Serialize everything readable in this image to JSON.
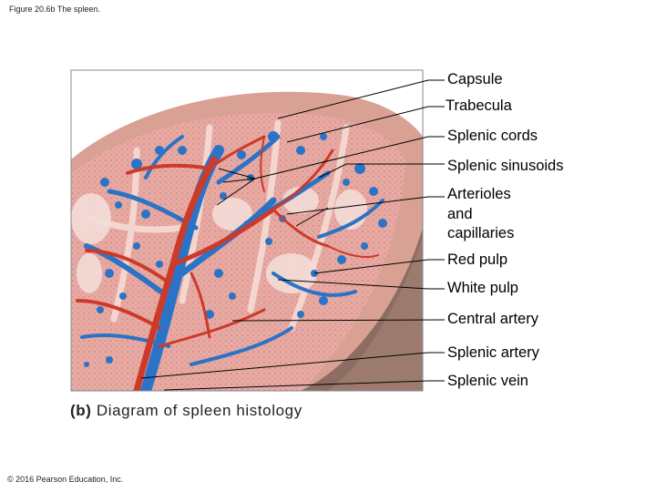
{
  "figure_title": "Figure 20.6b The spleen.",
  "caption": {
    "part": "(b)",
    "text": "Diagram of spleen histology"
  },
  "copyright": "© 2016 Pearson Education, Inc.",
  "labels": {
    "capsule": "Capsule",
    "trabecula": "Trabecula",
    "splenic_cords": "Splenic cords",
    "splenic_sinusoids": "Splenic sinusoids",
    "arterioles_1": "Arterioles",
    "arterioles_2": "and",
    "arterioles_3": "capillaries",
    "red_pulp": "Red pulp",
    "white_pulp": "White pulp",
    "central_artery": "Central artery",
    "splenic_artery": "Splenic artery",
    "splenic_vein": "Splenic vein"
  },
  "colors": {
    "tissue": "#e9a9a3",
    "capsule": "#d59a8d",
    "artery": "#cc3a2a",
    "vein": "#2b73c6",
    "white_pulp": "#f3dcd8",
    "outer_tissue": "#9c7b6e"
  }
}
